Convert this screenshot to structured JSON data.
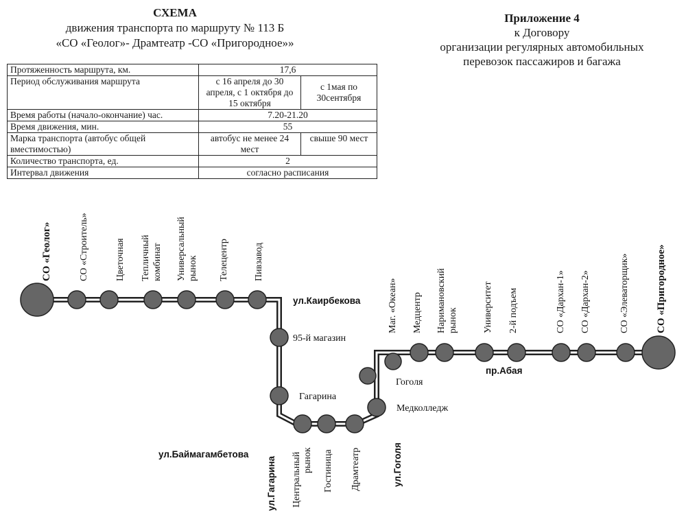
{
  "header": {
    "title": "СХЕМА",
    "line2": "движения  транспорта по маршруту № 113 Б",
    "line3": "«СО «Геолог»- Драмтеатр -СО «Пригородное»»"
  },
  "appendix": {
    "title": "Приложение 4",
    "line2": "к Договору",
    "line3": "организации регулярных автомобильных",
    "line4": "перевозок пассажиров и багажа"
  },
  "table": {
    "length_label": "Протяженность маршрута, км.",
    "length_value": "17,6",
    "period_label": "Период обслуживания маршрута",
    "period_value_1": "с 16 апреля до 30 апреля, с 1 октября до 15 октября",
    "period_value_2": "с 1мая по 30сентября",
    "hours_label": "Время работы (начало-окончание) час.",
    "hours_value": "7.20-21.20",
    "travel_label": "Время движения, мин.",
    "travel_value": "55",
    "vehicle_label": "Марка транспорта (автобус общей вместимостью)",
    "vehicle_value_1": "автобус не менее 24 мест",
    "vehicle_value_2": "свыше 90 мест",
    "count_label": "Количество транспорта, ед.",
    "count_value": "2",
    "interval_label": "Интервал движения",
    "interval_value": "согласно расписания"
  },
  "stops": {
    "geolog": "СО «Геолог»",
    "stroitel": "СО «Строитель»",
    "tsvetochnaya": "Цветочная",
    "teplichny_1": "Тепличный",
    "teplichny_2": "комбинат",
    "universalny_1": "Универсальный",
    "universalny_2": "рынок",
    "telecenter": "Телецентр",
    "pivzavod": "Пивзавод",
    "magazin95": "95-й магазин",
    "gagarina": "Гагарина",
    "central_1": "Центральный",
    "central_2": "рынок",
    "gostinitsa": "Гостиница",
    "dramteatr": "Драмтеатр",
    "medcollege": "Медколледж",
    "gogolya": "Гоголя",
    "okean": "Маг. «Океан»",
    "medcenter": "Медцентр",
    "narimanovsky_1": "Наримановский",
    "narimanovsky_2": "рынок",
    "universitet": "Университет",
    "podem2": "2-й подъем",
    "darkhan1": "СО «Дархан-1»",
    "darkhan2": "СО «Дархан-2»",
    "elevator": "СО «Элеваторщик»",
    "prigorodnoe": "СО «Пригородное»"
  },
  "streets": {
    "kairbekova": "ул.Каирбекова",
    "baimagambetova": "ул.Баймагамбетова",
    "gagarina": "ул.Гагарина",
    "gogolya": "ул.Гоголя",
    "abaya": "пр.Абая"
  }
}
